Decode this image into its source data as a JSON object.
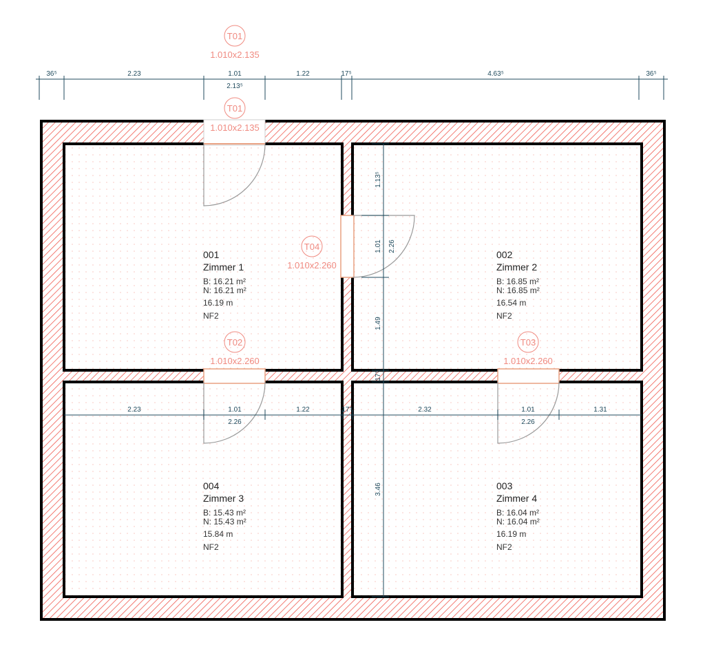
{
  "rooms": [
    {
      "number": "001",
      "name": "Zimmer 1",
      "b": "B:  16.21  m²",
      "n": "N:  16.21  m²",
      "perimeter": "16.19  m",
      "category": "NF2"
    },
    {
      "number": "002",
      "name": "Zimmer 2",
      "b": "B:  16.85  m²",
      "n": "N:  16.85  m²",
      "perimeter": "16.54  m",
      "category": "NF2"
    },
    {
      "number": "004",
      "name": "Zimmer 3",
      "b": "B:  15.43  m²",
      "n": "N:  15.43  m²",
      "perimeter": "15.84  m",
      "category": "NF2"
    },
    {
      "number": "003",
      "name": "Zimmer 4",
      "b": "B:  16.04  m²",
      "n": "N:  16.04  m²",
      "perimeter": "16.19  m",
      "category": "NF2"
    }
  ],
  "doors": {
    "t01_top": {
      "id": "T01",
      "size": "1.010x2.135"
    },
    "t01": {
      "id": "T01",
      "size": "1.010x2.135"
    },
    "t02": {
      "id": "T02",
      "size": "1.010x2.260"
    },
    "t03": {
      "id": "T03",
      "size": "1.010x2.260"
    },
    "t04": {
      "id": "T04",
      "size": "1.010x2.260"
    }
  },
  "dims_top": [
    "36⁵",
    "2.23",
    "1.01",
    "2.13⁵",
    "1.22",
    "17⁵",
    "4.63⁵",
    "36⁵"
  ],
  "dims_mid": [
    "2.23",
    "1.01",
    "2.26",
    "1.22",
    "17⁵",
    "2.32",
    "1.01",
    "2.26",
    "1.31"
  ],
  "dims_vert": [
    "1.13⁵",
    "1.01",
    "2.26",
    "1.49",
    "17⁵",
    "3.46"
  ],
  "colors": {
    "hatch": "#f05a50",
    "wall": "#000000",
    "dim": "#1f4a5c",
    "tag": "#f08a80"
  }
}
